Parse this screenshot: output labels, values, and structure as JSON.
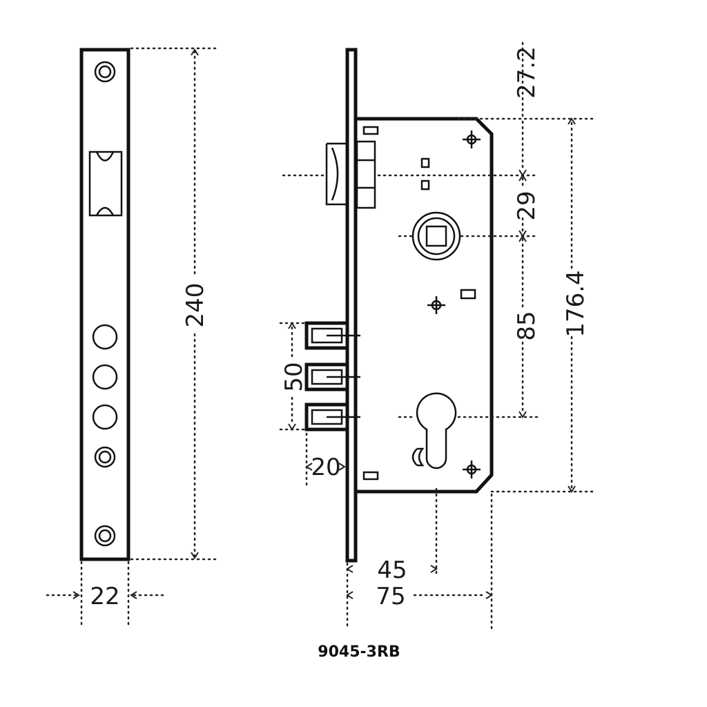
{
  "model_label": "9045-3RB",
  "faceplate": {
    "dim_height": "240",
    "dim_width": "22"
  },
  "lock_body": {
    "dim_top_offset": "27.2",
    "dim_latch_to_spindle": "29",
    "dim_spindle_to_cylinder": "85",
    "dim_case_height": "176.4",
    "dim_bolt_spacing": "50",
    "dim_bolt_throw": "20",
    "dim_backset": "45",
    "dim_case_depth": "75"
  }
}
